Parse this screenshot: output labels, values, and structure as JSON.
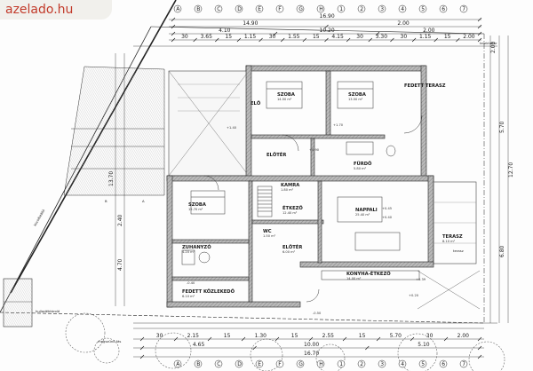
{
  "watermark": "azelado.hu",
  "top_dims": {
    "row1": [
      "16.90"
    ],
    "row2": [
      "14.90",
      "2.00"
    ],
    "row3": [
      "4.10",
      "10.20",
      "2.00"
    ],
    "row4": [
      "30",
      "3.65",
      "15",
      "1.15",
      "30",
      "1.55",
      "15",
      "4.15",
      "30",
      "3.30",
      "30",
      "1.15",
      "15",
      "2.00"
    ]
  },
  "bottom_dims": {
    "row1": [
      "30",
      "2.15",
      "15",
      "1.30",
      "15",
      "2.55",
      "15",
      "5.70",
      "30",
      "2.00"
    ],
    "row2": [
      "4.65",
      "10.00",
      "5.10"
    ],
    "row3": [
      "16.70"
    ]
  },
  "right_dims": [
    "2.00",
    "5.70",
    "12.70",
    "6.80"
  ],
  "left_dims": [
    "13.70",
    "2.40",
    "4.70"
  ],
  "axis_labels": [
    "A",
    "B",
    "C",
    "D",
    "E",
    "F",
    "G",
    "H",
    "1",
    "2",
    "3",
    "4",
    "5",
    "6",
    "7"
  ],
  "rooms": [
    {
      "name": "SZOBA",
      "info": "14.50 m²"
    },
    {
      "name": "SZOBA",
      "info": "13.50 m²"
    },
    {
      "name": "SZOBA",
      "info": "15.70 m²"
    },
    {
      "name": "ÉTKEZŐ",
      "info": "12.40 m²"
    },
    {
      "name": "NAPPALI",
      "info": "25.40 m²"
    },
    {
      "name": "FÜRDŐ",
      "info": "5.80 m²"
    },
    {
      "name": "ZUHANYZÓ",
      "info": "4.20 m²"
    },
    {
      "name": "KONYHA-ÉTKEZŐ",
      "info": "14.00 m²"
    },
    {
      "name": "FEDETT KÖZLEKEDŐ",
      "info": "6.10 m²"
    },
    {
      "name": "ELŐTÉR",
      "info": "6.00 m²"
    },
    {
      "name": "KAMRA",
      "info": "1.80 m²"
    },
    {
      "name": "TERASZ",
      "info": "8.10 m²"
    },
    {
      "name": "FEDETT TERASZ",
      "info": ""
    },
    {
      "name": "WC",
      "info": "1.50 m²"
    },
    {
      "name": "ELŐ",
      "info": ""
    },
    {
      "name": "ELŐTÉR",
      "info": ""
    }
  ],
  "levels": [
    "+1.70",
    "+1.40",
    "+0.45",
    "+0.40",
    "+0.39",
    "+0.90",
    "+0.20",
    "-0.40",
    "-0.50"
  ],
  "notes": [
    "telekhatár",
    "hulladéktároló",
    "megszűnő fás",
    "kocsibeálló",
    "terasz",
    "B",
    "A"
  ]
}
